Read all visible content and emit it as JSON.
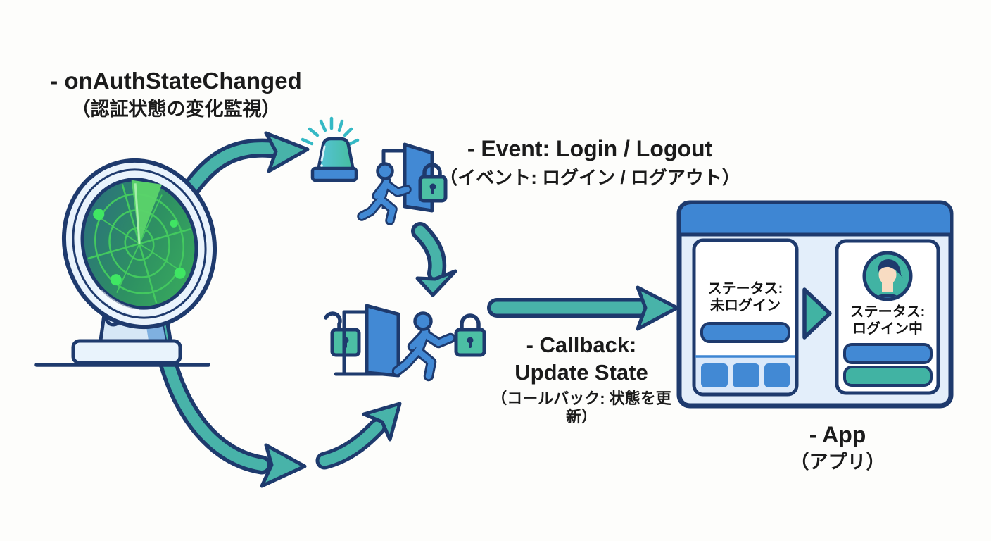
{
  "page": {
    "background": "#fdfdfb",
    "type": "flow-diagram-illustration"
  },
  "palette": {
    "outline_navy": "#1e3a6d",
    "icon_blue": "#4289d4",
    "titlebar_blue": "#3e86d3",
    "arrow_teal": "#48b3a9",
    "lock_teal": "#4cbfa4",
    "window_light_blue": "#e3eefa",
    "radar_green": "#3fae57",
    "text": "#1b1b1b"
  },
  "labels": {
    "on_auth": {
      "line1": "- onAuthStateChanged",
      "line2": "（認証状態の変化監視）"
    },
    "event": {
      "line1": "- Event: Login / Logout",
      "line2": "（イベント: ログイン / ログアウト）"
    },
    "callback": {
      "line1": "- Callback:",
      "line2": "Update State",
      "line3": "（コールバック: 状態を更新）"
    },
    "app": {
      "line1": "- App",
      "line2": "（アプリ）"
    }
  },
  "app_window": {
    "logged_out_card": {
      "status_line1": "ステータス:",
      "status_line2": "未ログイン"
    },
    "logged_in_card": {
      "status_line1": "ステータス:",
      "status_line2": "ログイン中"
    }
  },
  "icons": {
    "radar-icon": "radar dish monitoring auth state changes",
    "siren-icon": "alert siren with rays",
    "login-door-icon": "user walking through open door with locked padlock",
    "callback-door-icon": "open door between unlocked and locked padlocks with walking user",
    "walking-user-icon": "blue walking person",
    "locked-padlock-icon": "closed teal padlock",
    "unlocked-padlock-icon": "open teal padlock",
    "transition-triangle-icon": "teal right-pointing state transition triangle",
    "avatar": "logged-in user avatar in teal circle",
    "curved-arrow": "teal arrow with navy outline"
  }
}
